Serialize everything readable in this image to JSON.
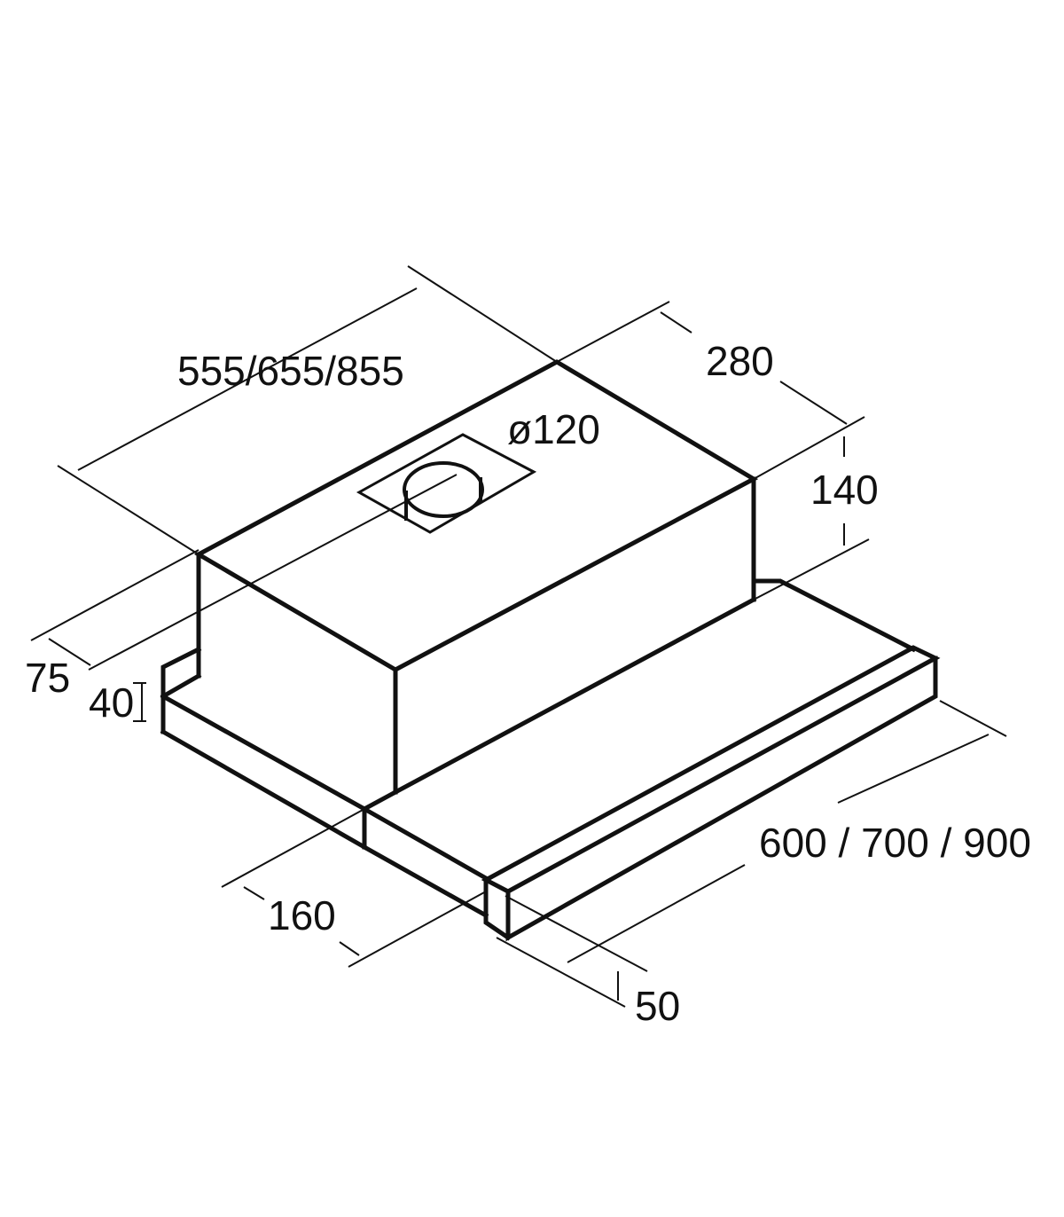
{
  "title": "Telescopic cooker hood dimension drawing",
  "dimensions": {
    "body_width": "555/655/855",
    "body_depth": "280",
    "outlet_diameter": "ø120",
    "body_height": "140",
    "outlet_offset": "75",
    "plate_height": "40",
    "slide_depth": "160",
    "total_width": "600 / 700 / 900",
    "front_bar_depth": "50"
  }
}
